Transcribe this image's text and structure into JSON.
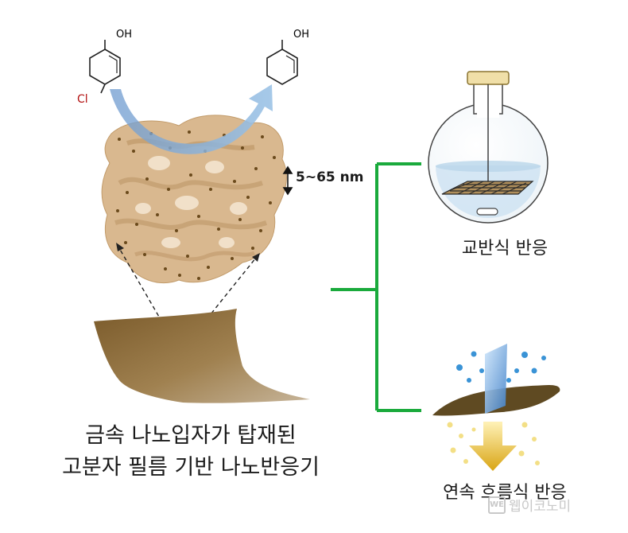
{
  "caption": {
    "line1": "금속 나노입자가 탑재된",
    "line2": "고분자 필름 기반 나노반응기"
  },
  "labels": {
    "size": "5~65 nm",
    "stirred": "교반식 반응",
    "flow": "연속 흐름식 반응",
    "oh_left": "OH",
    "oh_right": "OH",
    "cl": "Cl"
  },
  "watermark": {
    "logo": "WE",
    "text": "웹이코노미"
  },
  "colors": {
    "polymer": "#d9b88f",
    "particle": "#6b4a1c",
    "film": "#8d6f3e",
    "arrow_blue": "#7fa8d6",
    "bracket_green": "#1aaa3c",
    "flask_liquid": "#cfe3f2",
    "gold": "#e8c24a"
  }
}
